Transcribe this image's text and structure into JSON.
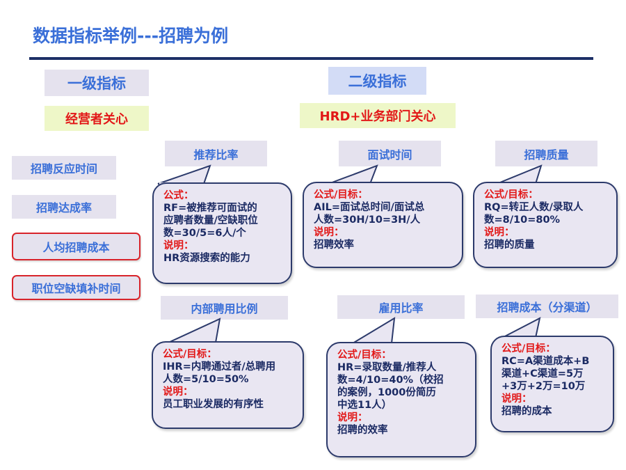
{
  "page": {
    "title": "数据指标举例---招聘为例"
  },
  "level1": {
    "label": "一级指标",
    "concern": "经营者关心",
    "items": [
      {
        "label": "招聘反应时间",
        "highlighted": false
      },
      {
        "label": "招聘达成率",
        "highlighted": false
      },
      {
        "label": "人均招聘成本",
        "highlighted": true
      },
      {
        "label": "职位空缺填补时间",
        "highlighted": true
      }
    ]
  },
  "level2": {
    "label": "二级指标",
    "concern": "HRD+业务部门关心",
    "metrics": [
      {
        "title": "推荐比率",
        "formula_label": "公式：",
        "formula": "RF=被推荐可面试的\n应聘者数量/空缺职位\n数=30/5=6人/个",
        "note_label": "说明：",
        "note": "HR资源搜索的能力"
      },
      {
        "title": "面试时间",
        "formula_label": "公式/目标：",
        "formula": "AIL=面试总时间/面试总\n人数=30H/10=3H/人",
        "note_label": "说明：",
        "note": "招聘效率"
      },
      {
        "title": "招聘质量",
        "formula_label": "公式/目标：",
        "formula": "RQ=转正人数/录取人\n数=8/10=80%",
        "note_label": "说明：",
        "note": "招聘的质量"
      },
      {
        "title": "内部聘用比例",
        "formula_label": "公式/目标：",
        "formula": "IHR=内聘通过者/总聘用\n人数=5/10=50%",
        "note_label": "说明：",
        "note": "员工职业发展的有序性"
      },
      {
        "title": "雇用比率",
        "formula_label": "公式/目标：",
        "formula": "HR=录取数量/推荐人\n数=4/10=40%（校招\n的案例，1000份简历\n中选11人）",
        "note_label": "说明：",
        "note": "招聘的效率"
      },
      {
        "title": "招聘成本（分渠道）",
        "formula_label": "公式/目标：",
        "formula": "RC=A渠道成本+B\n渠道+C渠道=5万\n+3万+2万=10万",
        "note_label": "说明：",
        "note": "招聘的成本"
      }
    ]
  },
  "colors": {
    "title_blue": "#3a6fd8",
    "rule_navy": "#1d2f66",
    "label_bg": "#e5e2ee",
    "level2_bg": "#d3dcf6",
    "concern_bg": "#eef7c8",
    "accent_red": "#e21818",
    "bubble_text": "#1b2a63"
  }
}
